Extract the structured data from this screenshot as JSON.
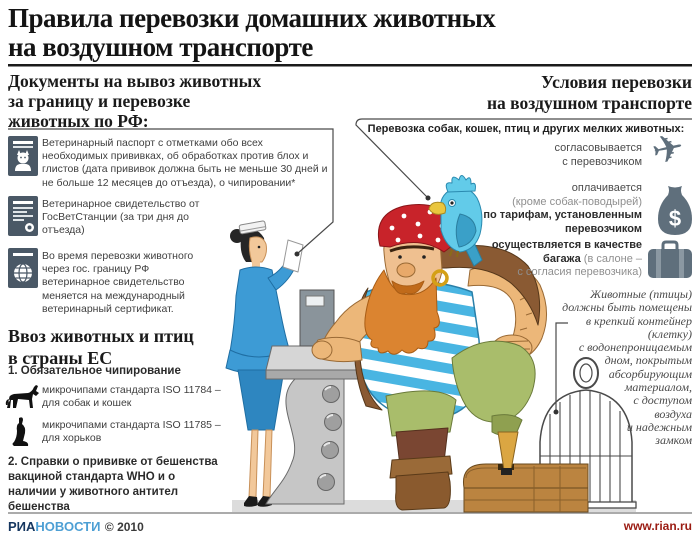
{
  "title": {
    "lines": [
      "Правила перевозки домашних животных",
      "на воздушном транспорте"
    ]
  },
  "left": {
    "header_lines": [
      "Документы на вывоз животных",
      "за границу и перевозке",
      "животных по РФ:"
    ],
    "documents": [
      {
        "icon": "pet-passport-icon",
        "lines": [
          "Ветеринарный паспорт с отметками обо всех",
          "необходимых прививках, об обработках против блох и",
          "глистов (дата прививок должна быть не меньше 30 дней и",
          "не больше 12 месяцев до отъезда), о чипировании*"
        ]
      },
      {
        "icon": "vet-certificate-icon",
        "lines": [
          "Ветеринарное свидетельство от",
          "ГосВетСтанции (за три дня до",
          "отъезда)"
        ]
      },
      {
        "icon": "international-certificate-icon",
        "lines": [
          "Во время перевозки животного",
          "через гос. границу РФ",
          "ветеринарное свидетельство",
          "меняется на международный",
          "ветеринарный сертификат."
        ]
      }
    ],
    "eu": {
      "header_lines": [
        "Ввоз животных и птиц",
        "в страны ЕС"
      ],
      "point1": "1. Обязательное чипирование",
      "chips": [
        {
          "icon": "dog-icon",
          "lines": [
            "микрочипами стандарта ISO 11784 –",
            "для собак и кошек"
          ]
        },
        {
          "icon": "ferret-icon",
          "lines": [
            "микрочипами стандарта ISO 11785 –",
            "для хорьков"
          ]
        }
      ],
      "point2_lines": [
        "2. Справки о прививке от бешенства",
        "вакциной стандарта WHO и о",
        "наличии у животного антител",
        "бешенства"
      ]
    }
  },
  "right": {
    "header_lines": [
      "Условия перевозки",
      "на воздушном транспорте"
    ],
    "subheader": "Перевозка собак, кошек, птиц и других мелких животных:",
    "conditions": [
      {
        "icon": "airplane-icon",
        "lines": [
          {
            "text": "согласовывается"
          },
          {
            "text": "с перевозчиком"
          }
        ]
      },
      {
        "icon": "money-bag-icon",
        "lines": [
          {
            "text": "оплачивается"
          },
          {
            "text": "(кроме собак-поводырей)"
          },
          {
            "text": "по тарифам, установленным"
          },
          {
            "text": "перевозчиком"
          }
        ]
      },
      {
        "icon": "suitcase-icon",
        "lines": [
          {
            "text": "осуществляется в качестве"
          },
          {
            "text": "багажа"
          },
          {
            "text": "(в салоне –"
          },
          {
            "text": "с согласия перевозчика)"
          }
        ]
      }
    ],
    "note_lines": [
      "Животные (птицы)",
      "должны быть помещены",
      "в крепкий контейнер",
      "(клетку)",
      "с водонепроницаемым",
      "дном, покрытым",
      "абсорбирующим",
      "материалом,",
      "с доступом",
      "воздуха",
      "и надежным",
      "замком"
    ]
  },
  "icons": {
    "airplane_glyph": "✈"
  },
  "footer": {
    "brand_part1": "РИА",
    "brand_part2": "НОВОСТИ",
    "copyright": "© 2010",
    "website": "www.rian.ru"
  },
  "colors": {
    "accent_blue": "#3d9bd5",
    "icon_slate": "#4a5866",
    "icon_gray": "#5f6f7c",
    "bandana_red": "#c8232a",
    "parrot_blue": "#62cbe9",
    "footer_blue": "#4d9fd4",
    "footer_navy": "#15365f",
    "footer_red": "#9a1b12"
  }
}
